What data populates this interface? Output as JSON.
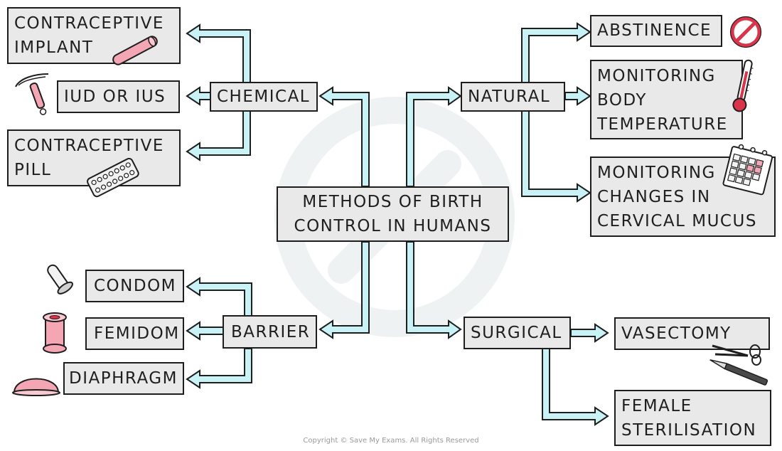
{
  "center": {
    "line1": "METHODS OF BIRTH",
    "line2": "CONTROL IN HUMANS"
  },
  "categories": {
    "chemical": "CHEMICAL",
    "barrier": "BARRIER",
    "natural": "NATURAL",
    "surgical": "SURGICAL"
  },
  "chemical_methods": {
    "implant": {
      "line1": "CONTRACEPTIVE",
      "line2": "IMPLANT"
    },
    "iud": "IUD OR IUS",
    "pill": {
      "line1": "CONTRACEPTIVE",
      "line2": "PILL"
    }
  },
  "barrier_methods": {
    "condom": "CONDOM",
    "femidom": "FEMIDOM",
    "diaphragm": "DIAPHRAGM"
  },
  "natural_methods": {
    "abstinence": "ABSTINENCE",
    "temperature": {
      "line1": "MONITORING",
      "line2": "BODY",
      "line3": "TEMPERATURE"
    },
    "mucus": {
      "line1": "MONITORING",
      "line2": "CHANGES IN",
      "line3": "CERVICAL MUCUS"
    }
  },
  "surgical_methods": {
    "vasectomy": "VASECTOMY",
    "sterilisation": {
      "line1": "FEMALE",
      "line2": "STERILISATION"
    }
  },
  "icons": [
    "implant-icon",
    "iud-icon",
    "pill-pack-icon",
    "condom-icon",
    "femidom-icon",
    "diaphragm-icon",
    "no-entry-icon",
    "thermometer-icon",
    "calendar-icon",
    "scissors-scalpel-icon"
  ],
  "colors": {
    "arrow_fill": "#c9f2f7",
    "box_fill": "#e9e9e9",
    "icon_pink": "#f4a6b4",
    "icon_red": "#d9344a"
  },
  "copyright": "Copyright © Save My Exams. All Rights Reserved"
}
